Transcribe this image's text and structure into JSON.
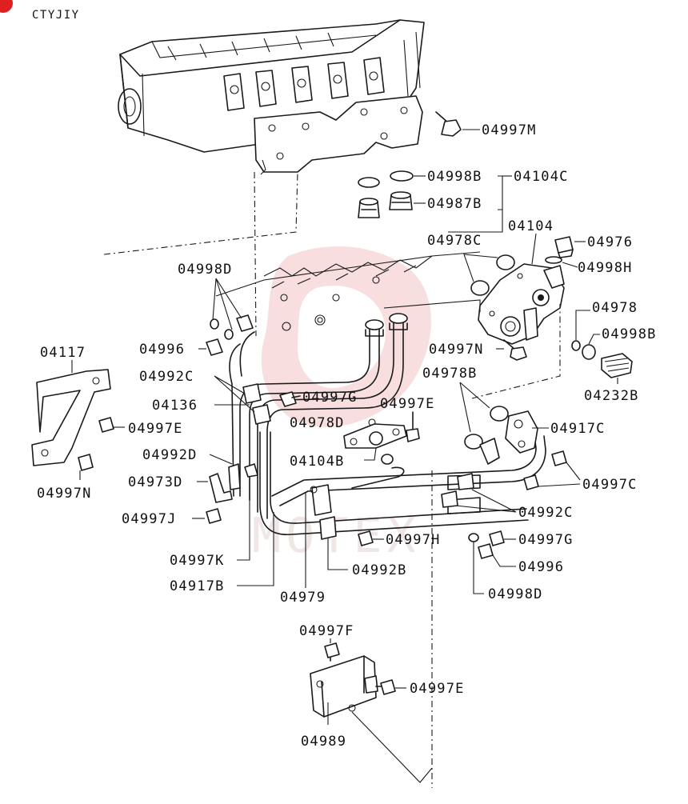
{
  "diagram_code": "CTYJIY",
  "accent_color": "#e02020",
  "watermark_color": "#f3c4c4",
  "labels": {
    "l04997M": "04997M",
    "l04998B_top": "04998B",
    "l04104C": "04104C",
    "l04987B": "04987B",
    "l04104": "04104",
    "l04976": "04976",
    "l04978C": "04978C",
    "l04998H": "04998H",
    "l04998D_top": "04998D",
    "l04978": "04978",
    "l04998B_right": "04998B",
    "l04117": "04117",
    "l04996_left": "04996",
    "l04997N_mid": "04997N",
    "l04978B": "04978B",
    "l04232B": "04232B",
    "l04992C_left": "04992C",
    "l04136": "04136",
    "l04997G_mid": "04997G",
    "l04997E_mid": "04997E",
    "l04997E_left": "04997E",
    "l04978D": "04978D",
    "l04917C": "04917C",
    "l04992D": "04992D",
    "l04104B": "04104B",
    "l04973D": "04973D",
    "l04997C": "04997C",
    "l04997N_left": "04997N",
    "l04992C_right": "04992C",
    "l04997J": "04997J",
    "l04997H": "04997H",
    "l04997G_right": "04997G",
    "l04997K": "04997K",
    "l04996_right": "04996",
    "l04992B": "04992B",
    "l04917B": "04917B",
    "l04998D_bottom": "04998D",
    "l04979": "04979",
    "l04997F": "04997F",
    "l04997E_bottom": "04997E",
    "l04989": "04989"
  }
}
